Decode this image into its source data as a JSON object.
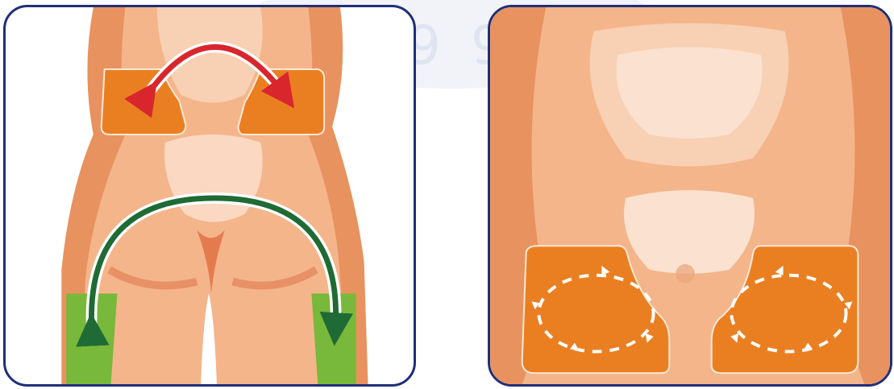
{
  "watermark": {
    "text": "9 9"
  },
  "colors": {
    "skin_base": "#f4b58b",
    "skin_dark": "#e8925f",
    "skin_light": "#f8d0b3",
    "skin_highlight": "#fbe1cf",
    "injection_zone": "#ea7f22",
    "thigh_zone": "#78b83a",
    "arrow_red": "#d9262d",
    "arrow_green": "#1f6b35",
    "arrow_outline": "#ffffff",
    "frame": "#1f2f78"
  },
  "panels": [
    {
      "id": "left",
      "zones": [
        "buttock-left",
        "buttock-right",
        "thigh-left",
        "thigh-right"
      ],
      "arrows": [
        "red-arch",
        "green-arch"
      ]
    },
    {
      "id": "right",
      "zones": [
        "abdomen-left",
        "abdomen-right"
      ],
      "arrows": [
        "dashed-circular-left",
        "dashed-circular-right"
      ]
    }
  ]
}
